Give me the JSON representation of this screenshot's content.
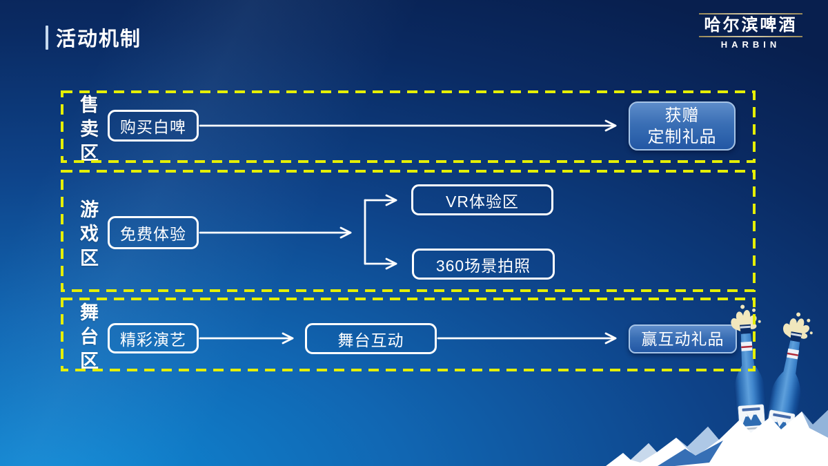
{
  "header": {
    "title": "活动机制",
    "logo_cn": "哈尔滨啤酒",
    "logo_en": "HARBIN"
  },
  "colors": {
    "background_bottom_left": "#0e8ad6",
    "background_top_right": "#081f4e",
    "frame_dash": "#e5ef05",
    "node_border": "#ffffff",
    "button_fill_top": "#5d8cca",
    "button_fill_bottom": "#2257a4",
    "button_border": "#a6c4e6",
    "arrow": "#ffffff",
    "logo_rule_gold": "#d8cfae"
  },
  "sections": [
    {
      "zone_label": "售卖区",
      "start_node": "购买白啤",
      "result_line1": "获赠",
      "result_line2": "定制礼品"
    },
    {
      "zone_label": "游戏区",
      "start_node": "免费体验",
      "branch_top": "VR体验区",
      "branch_bottom": "360场景拍照"
    },
    {
      "zone_label": "舞台区",
      "start_node": "精彩演艺",
      "middle_node": "舞台互动",
      "result_node": "赢互动礼品"
    }
  ],
  "decor": {
    "bottle_art": "harbin-beer-bottles-with-foam-splash",
    "mountain_art": "white-ice-mountain"
  }
}
